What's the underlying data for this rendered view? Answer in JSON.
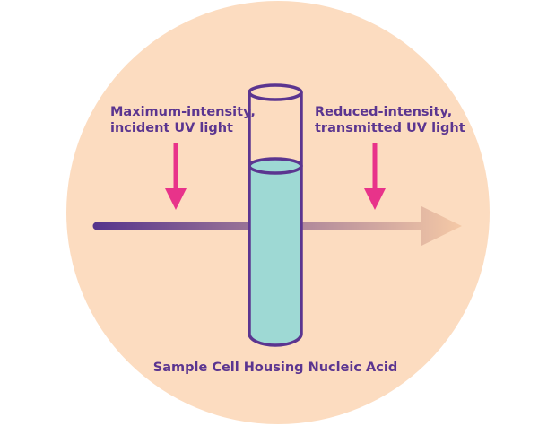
{
  "diagram": {
    "title": "UV absorbance through a sample cell",
    "incident_label": {
      "line1": "Maximum-intensity,",
      "line2": "incident UV light"
    },
    "transmitted_label": {
      "line1": "Reduced-intensity,",
      "line2": "transmitted UV light"
    },
    "cell_label": "Sample Cell Housing Nucleic Acid"
  },
  "colors": {
    "background_circle": "#fcdcc0",
    "outline_purple": "#5b3590",
    "text_purple": "#5b3590",
    "liquid": "#9ed9d4",
    "indicator_arrow": "#e8338a",
    "beam_start": "#56348c",
    "beam_end": "#f5c9a6"
  },
  "icons": {
    "incident_arrow": "arrow-down-icon",
    "transmitted_arrow": "arrow-down-icon",
    "beam": "arrow-right-icon"
  }
}
